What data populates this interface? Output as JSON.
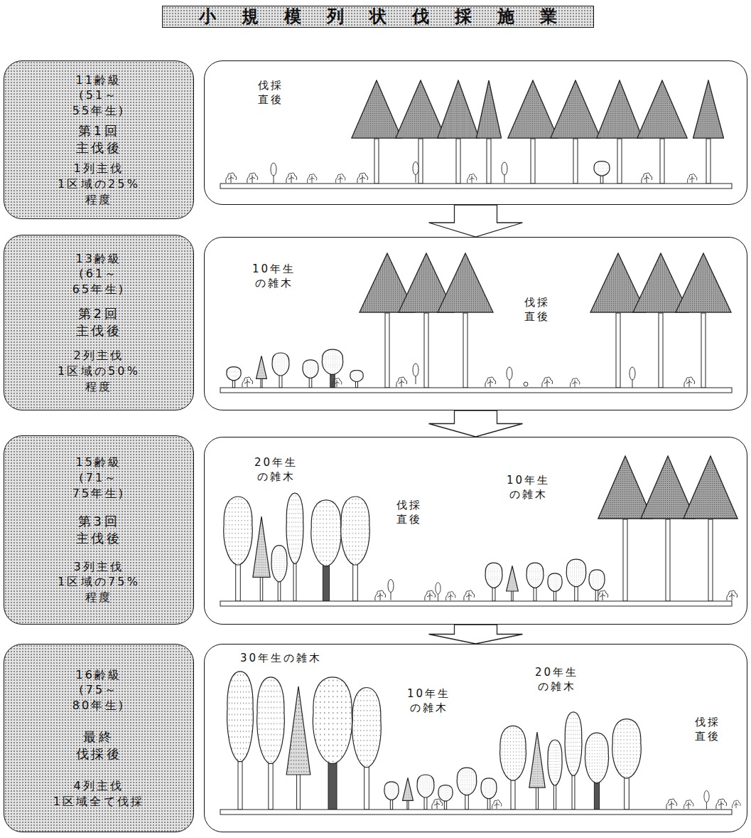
{
  "diagram": {
    "title": "小規模列状伐採施業",
    "nodes": [
      {
        "text": [
          "11齢級 (51～55年生)",
          "第1回 主伐後",
          "1列主伐 1区域の25%程度"
        ]
      },
      {
        "text": [
          "伐採 直後"
        ]
      },
      {
        "text": [
          "13齢級 (61～65年生)",
          "第2回 主伐後",
          "2列主伐 1区域の50%程度"
        ]
      },
      {
        "text": [
          "10年生 の雑木",
          "伐採 直後"
        ]
      },
      {
        "text": [
          "15齢級 (71～75年生)",
          "第3回 主伐後",
          "3列主伐 1区域の75%程度"
        ]
      },
      {
        "text": [
          "20年生 の雑木",
          "伐採 直後",
          "10年生 の雑木"
        ]
      },
      {
        "text": [
          "16齢級 (75～80年生)",
          "最終 伐採後",
          "4列主伐 1区域全て伐採"
        ]
      },
      {
        "text": [
          "30年生の雑木",
          "10年生 の雑木",
          "20年生 の雑木",
          "伐採 直後"
        ]
      }
    ],
    "edges": [
      {
        "from": 1,
        "to": 3,
        "arrow": "to"
      },
      {
        "from": 3,
        "to": 5,
        "arrow": "to"
      },
      {
        "from": 5,
        "to": 7,
        "arrow": "to"
      }
    ]
  }
}
